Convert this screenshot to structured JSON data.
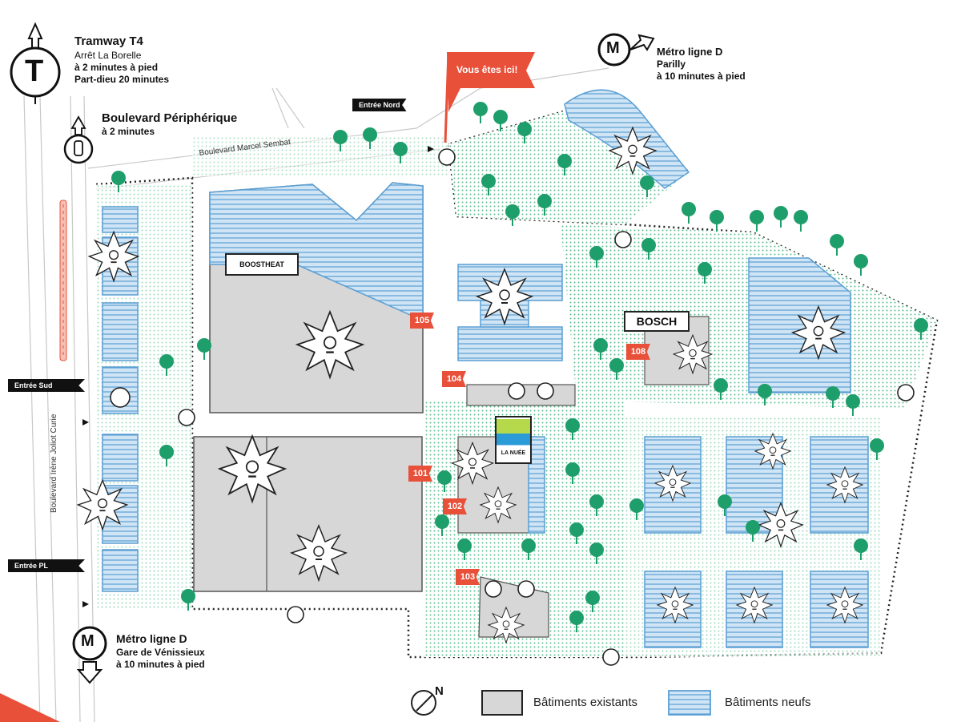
{
  "transit": {
    "tram": {
      "title": "Tramway T4",
      "line1": "Arrêt La Borelle",
      "line2": "à 2 minutes à pied",
      "line3": "Part-dieu 20 minutes",
      "icon": "tram-icon"
    },
    "boulevard": {
      "title": "Boulevard Périphérique",
      "line1": "à 2 minutes",
      "icon": "car-icon"
    },
    "metro_north": {
      "title": "Métro ligne D",
      "line1": "Parilly",
      "line2": "à 10 minutes à pied",
      "icon": "metro-icon"
    },
    "metro_south": {
      "title": "Métro ligne D",
      "line1": "Gare de Vénissieux",
      "line2": "à 10 minutes à pied",
      "icon": "metro-icon"
    }
  },
  "you_are_here": "Vous êtes ici!",
  "entries": {
    "north": "Entrée Nord",
    "south": "Entrée Sud",
    "pl": "Entrée PL"
  },
  "roads": {
    "north": "Boulevard Marcel Sembat",
    "west": "Boulevard Irène Joliot Curie"
  },
  "building_numbers": [
    "105",
    "104",
    "101",
    "102",
    "103",
    "108"
  ],
  "signs": {
    "bosch": "BOSCH",
    "boostheat": "BOOSTHEAT",
    "lanuee": "LA NUÉE"
  },
  "letter_T": "T",
  "letter_M": "M",
  "north_label": "N",
  "legend": {
    "existing": "Bâtiments existants",
    "new": "Bâtiments neufs"
  },
  "colors": {
    "new_fill": "#bcd9ef",
    "new_stroke": "#5a9fd4",
    "existing_fill": "#d7d7d7",
    "accent": "#e8503a",
    "tree": "#1e9e6a",
    "green": "#b9e3cf"
  }
}
